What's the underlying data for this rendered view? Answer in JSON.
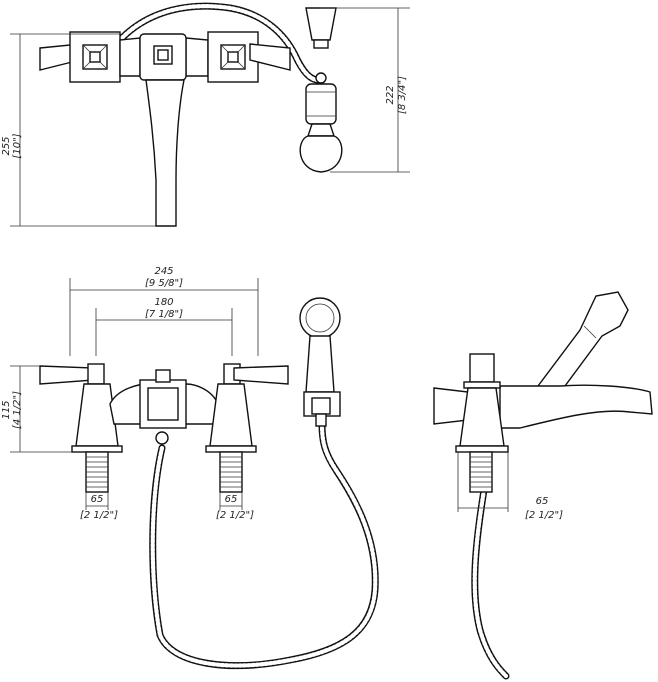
{
  "dimensions": {
    "top_height_mm": "255",
    "top_height_in": "[10\"]",
    "top_shower_mm": "222",
    "top_shower_in": "[8 3/4\"]",
    "overall_width_mm": "245",
    "overall_width_in": "[9 5/8\"]",
    "centers_mm": "180",
    "centers_in": "[7 1/8\"]",
    "front_height_mm": "115",
    "front_height_in": "[4 1/2\"]",
    "left_shank_mm": "65",
    "left_shank_in": "[2 1/2\"]",
    "right_shank_mm": "65",
    "right_shank_in": "[2 1/2\"]",
    "side_shank_mm": "65",
    "side_shank_in": "[2 1/2\"]"
  }
}
